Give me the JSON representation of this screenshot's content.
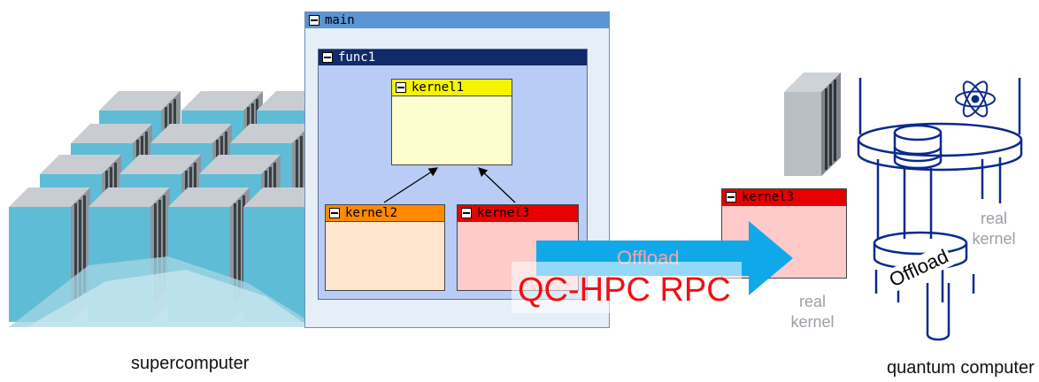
{
  "captions": {
    "supercomputer": "supercomputer",
    "quantum_computer": "quantum computer"
  },
  "windows": {
    "main": "main",
    "func1": "func1",
    "kernel1": "kernel1",
    "kernel2": "kernel2",
    "kernel3": "kernel3",
    "remote_kernel3": "kernel3"
  },
  "labels": {
    "offload_arrow": "Offload",
    "rpc": "QC-HPC RPC",
    "real_kernel_left_line1": "real",
    "real_kernel_left_line2": "kernel",
    "real_kernel_right_line1": "real",
    "real_kernel_right_line2": "kernel",
    "offload_quantum": "Offload"
  },
  "colors": {
    "main_title": "#5a95d4",
    "main_body": "#e6eef8",
    "func1_title": "#102a6b",
    "func1_body": "#b9ccf5",
    "kernel1_title": "#f5f500",
    "kernel1_body": "#fdfdcf",
    "kernel2_title": "#ff8a00",
    "kernel2_body": "#fde6cc",
    "kernel3_title": "#e80000",
    "kernel3_body": "#fecaca",
    "arrow": "#11a8ea",
    "rpc_text": "#ee1111"
  },
  "icons": {
    "atom": "atom-icon"
  }
}
